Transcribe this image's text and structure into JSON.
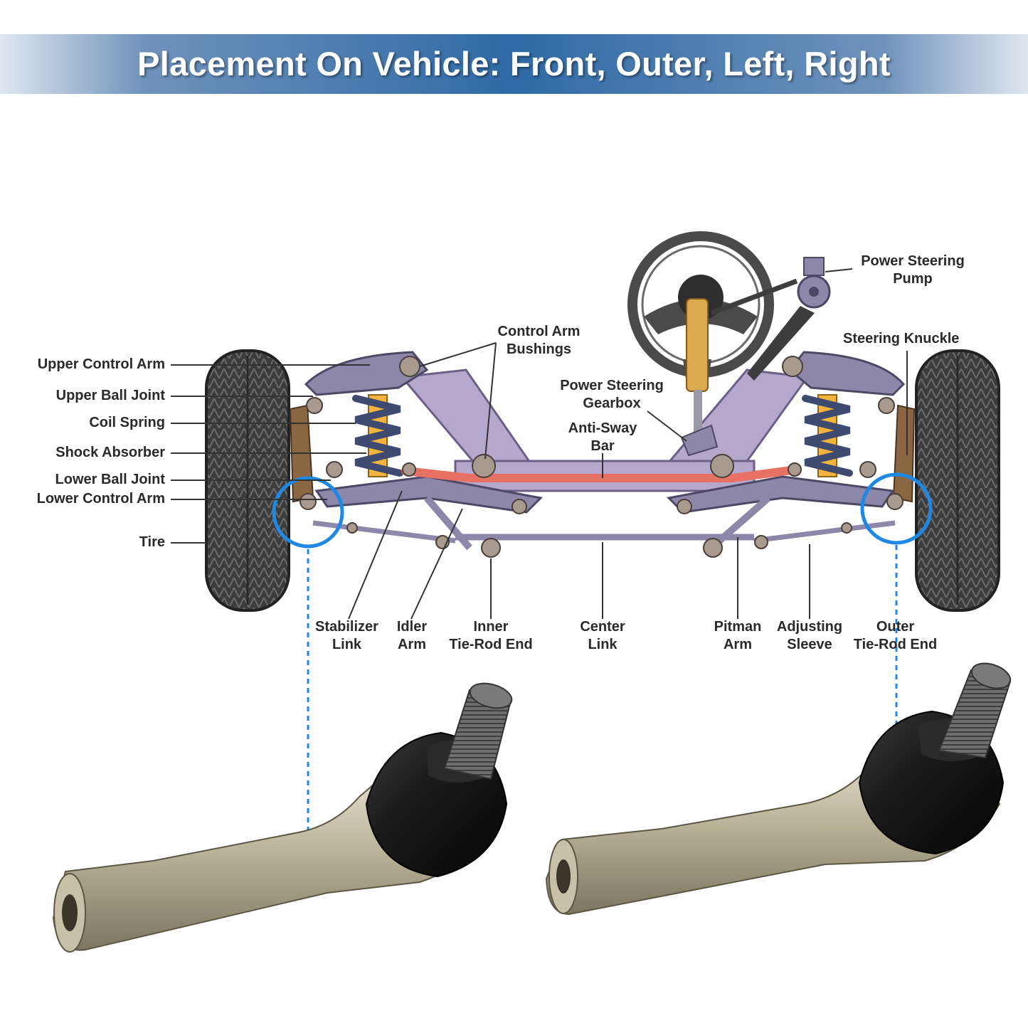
{
  "banner": {
    "title": "Placement On Vehicle: Front, Outer, Left, Right"
  },
  "colors": {
    "banner": "#2f6aa6",
    "highlight": "#1e88e5",
    "frame": "#b4a9cc",
    "anti_sway": "#e87166",
    "spring": "#3f4a70",
    "shock": "#f2b43c"
  },
  "labels": {
    "upper_control_arm": "Upper Control Arm",
    "upper_ball_joint": "Upper Ball Joint",
    "coil_spring": "Coil Spring",
    "shock_absorber": "Shock Absorber",
    "lower_ball_joint": "Lower Ball Joint",
    "lower_control_arm": "Lower Control Arm",
    "tire": "Tire",
    "control_arm_bushings_1": "Control Arm",
    "control_arm_bushings_2": "Bushings",
    "power_steering_gearbox_1": "Power Steering",
    "power_steering_gearbox_2": "Gearbox",
    "anti_sway_bar_1": "Anti-Sway",
    "anti_sway_bar_2": "Bar",
    "power_steering_pump_1": "Power Steering",
    "power_steering_pump_2": "Pump",
    "steering_knuckle": "Steering Knuckle",
    "stabilizer_link_1": "Stabilizer",
    "stabilizer_link_2": "Link",
    "idler_arm_1": "Idler",
    "idler_arm_2": "Arm",
    "inner_tie_rod_end_1": "Inner",
    "inner_tie_rod_end_2": "Tie-Rod End",
    "center_link_1": "Center",
    "center_link_2": "Link",
    "pitman_arm_1": "Pitman",
    "pitman_arm_2": "Arm",
    "adjusting_sleeve_1": "Adjusting",
    "adjusting_sleeve_2": "Sleeve",
    "outer_tie_rod_end_1": "Outer",
    "outer_tie_rod_end_2": "Tie-Rod End"
  }
}
